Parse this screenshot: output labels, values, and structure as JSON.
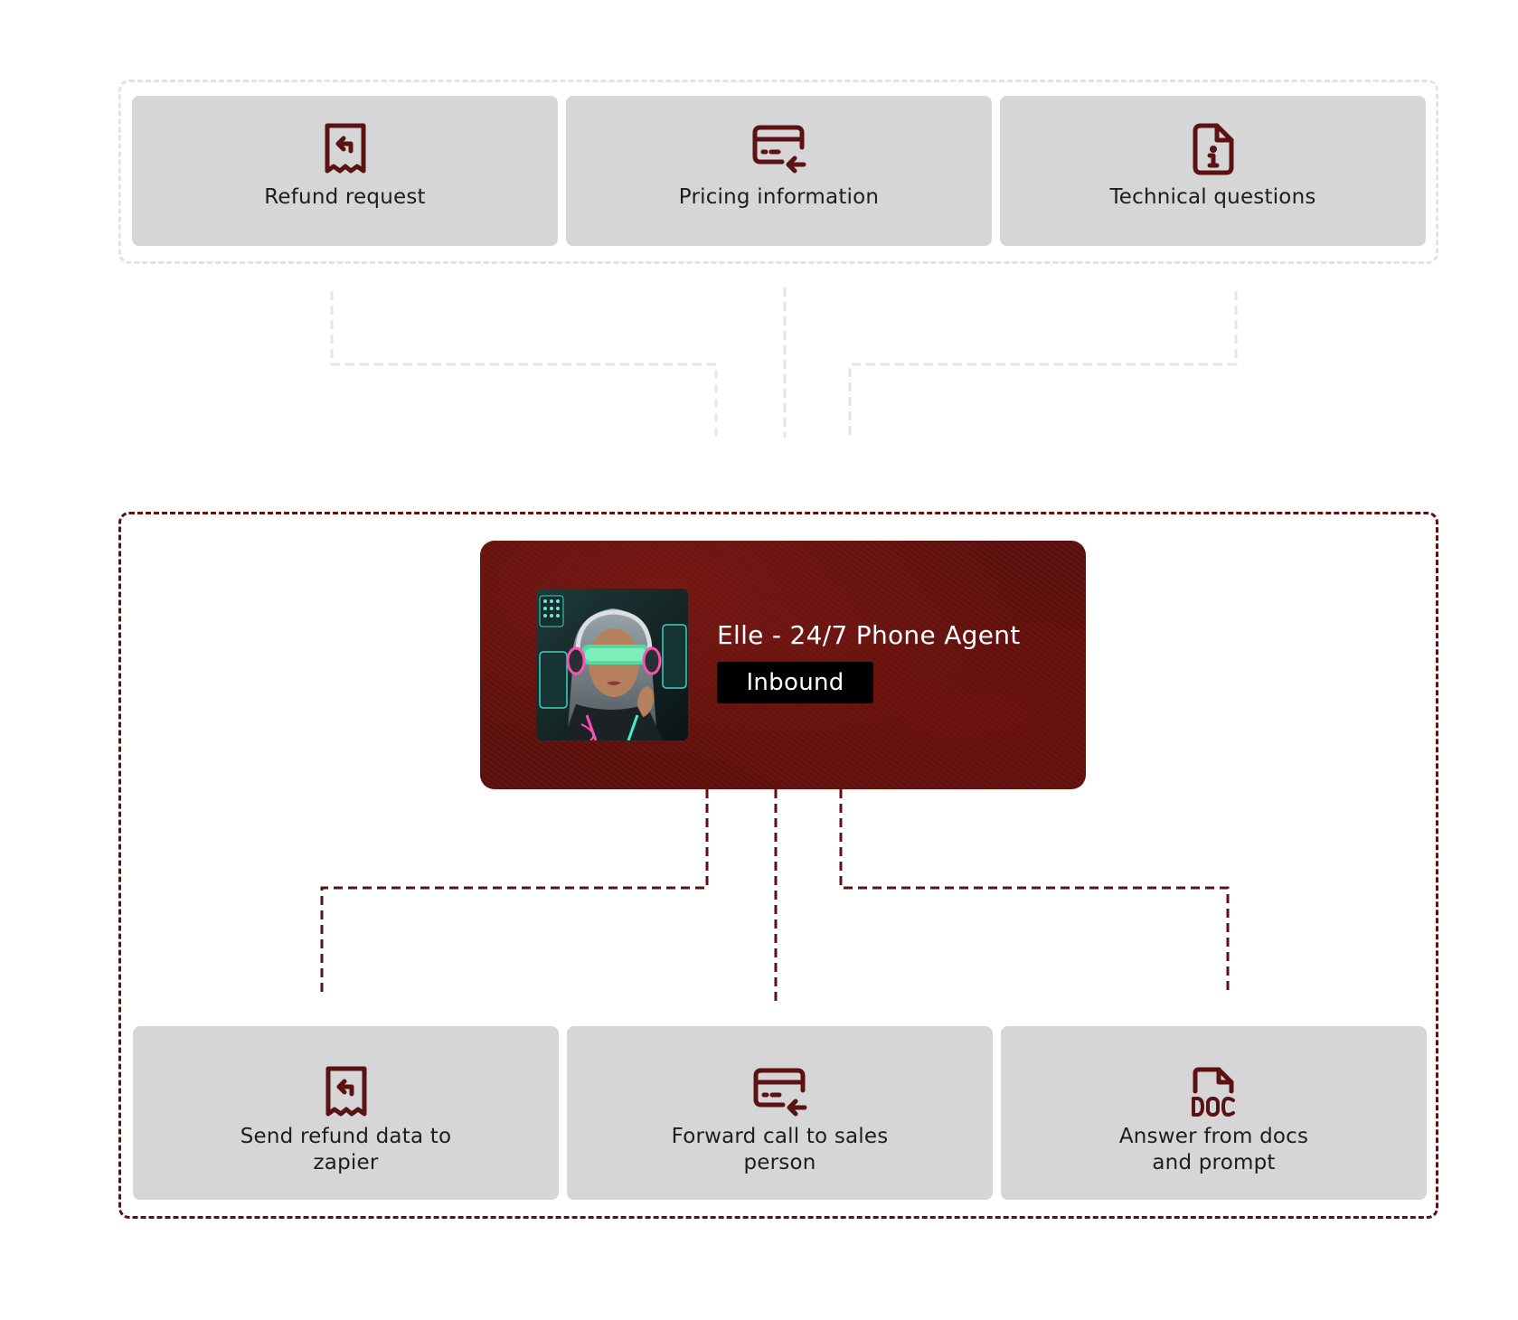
{
  "triggers": [
    {
      "label": "Refund request",
      "icon": "receipt-refund-icon"
    },
    {
      "label": "Pricing information",
      "icon": "credit-card-incoming-icon"
    },
    {
      "label": "Technical questions",
      "icon": "file-info-icon"
    }
  ],
  "agent": {
    "name": "Elle - 24/7 Phone Agent",
    "badge": "Inbound",
    "avatar": "agent-avatar-image"
  },
  "actions": [
    {
      "label": "Send refund data to zapier",
      "icon": "receipt-refund-icon"
    },
    {
      "label": "Forward call to sales person",
      "icon": "credit-card-incoming-icon"
    },
    {
      "label": "Answer from docs and prompt",
      "icon": "file-doc-icon"
    }
  ],
  "colors": {
    "accent": "#5a1212",
    "card_bg": "#d6d6d6",
    "agent_bg": "#5e100c",
    "top_dashes": "#e3e3e3"
  }
}
